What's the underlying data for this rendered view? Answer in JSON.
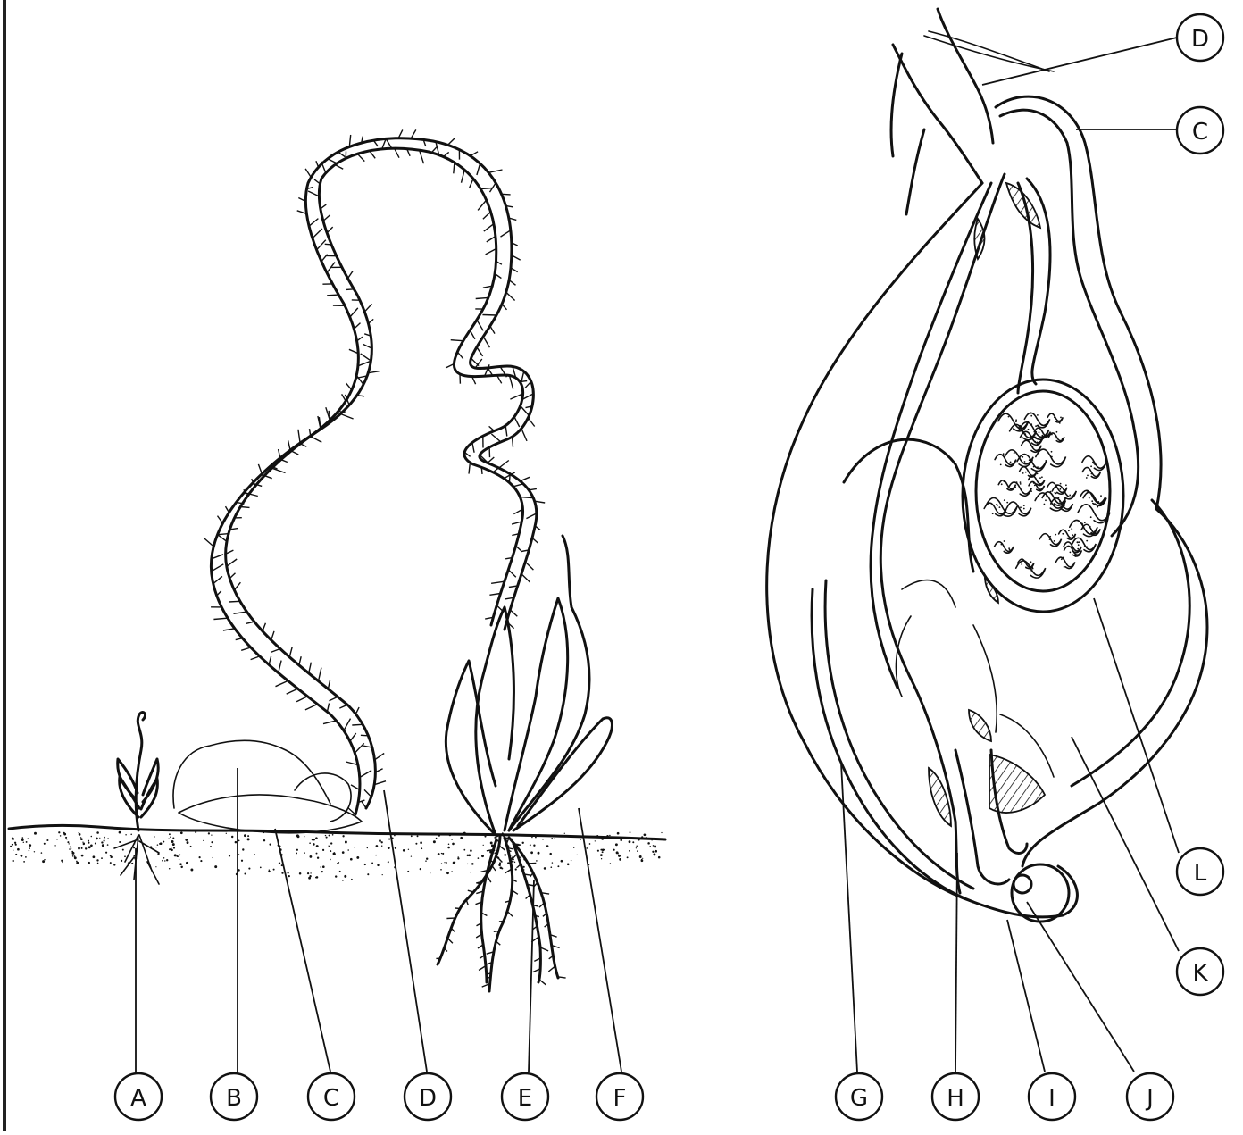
{
  "diagram": {
    "left_panel_labels": [
      "A",
      "B",
      "C",
      "D",
      "E",
      "F"
    ],
    "right_panel_labels": [
      "G",
      "H",
      "I",
      "J",
      "K",
      "L"
    ],
    "right_top_labels": [
      "D",
      "C"
    ]
  }
}
